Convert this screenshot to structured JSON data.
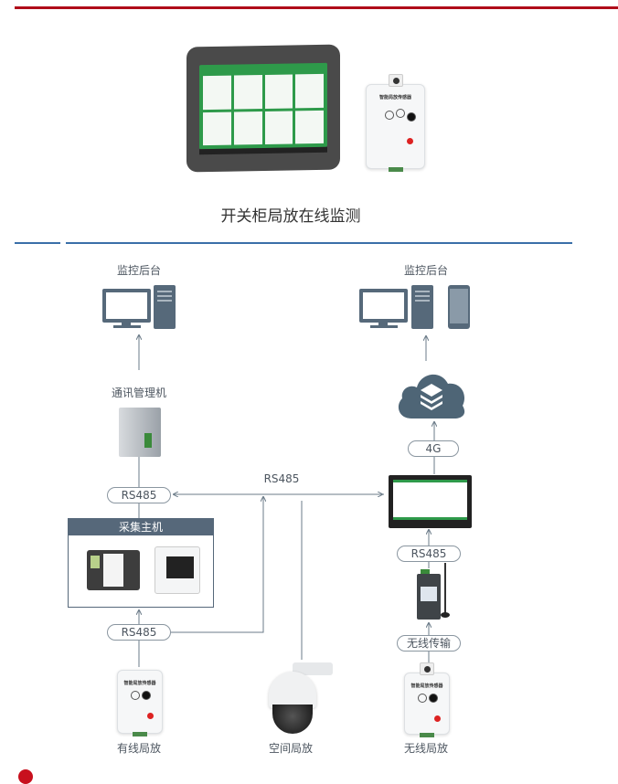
{
  "header": {
    "accent_color": "#b00d1a",
    "divider_color": "#3a6fa8"
  },
  "hero": {
    "title": "开关柜局放在线监测",
    "sensor_label": "智能局放传感器"
  },
  "left": {
    "monitor_label": "监控后台",
    "gateway_label": "通讯管理机",
    "rs485_top": "RS485",
    "host_title": "采集主机",
    "rs485_bottom": "RS485",
    "sensor_caption": "有线局放",
    "sensor_label": "智能局放传感器"
  },
  "middle": {
    "link_label": "RS485",
    "camera_caption": "空间局放"
  },
  "right": {
    "monitor_label": "监控后台",
    "link_4g": "4G",
    "rs485": "RS485",
    "wireless": "无线传输",
    "sensor_caption": "无线局放",
    "sensor_label": "智能局放传感器"
  },
  "icons": [
    "desktop-computer-icon",
    "smartphone-icon",
    "cloud-layers-icon",
    "arrow-icon"
  ]
}
